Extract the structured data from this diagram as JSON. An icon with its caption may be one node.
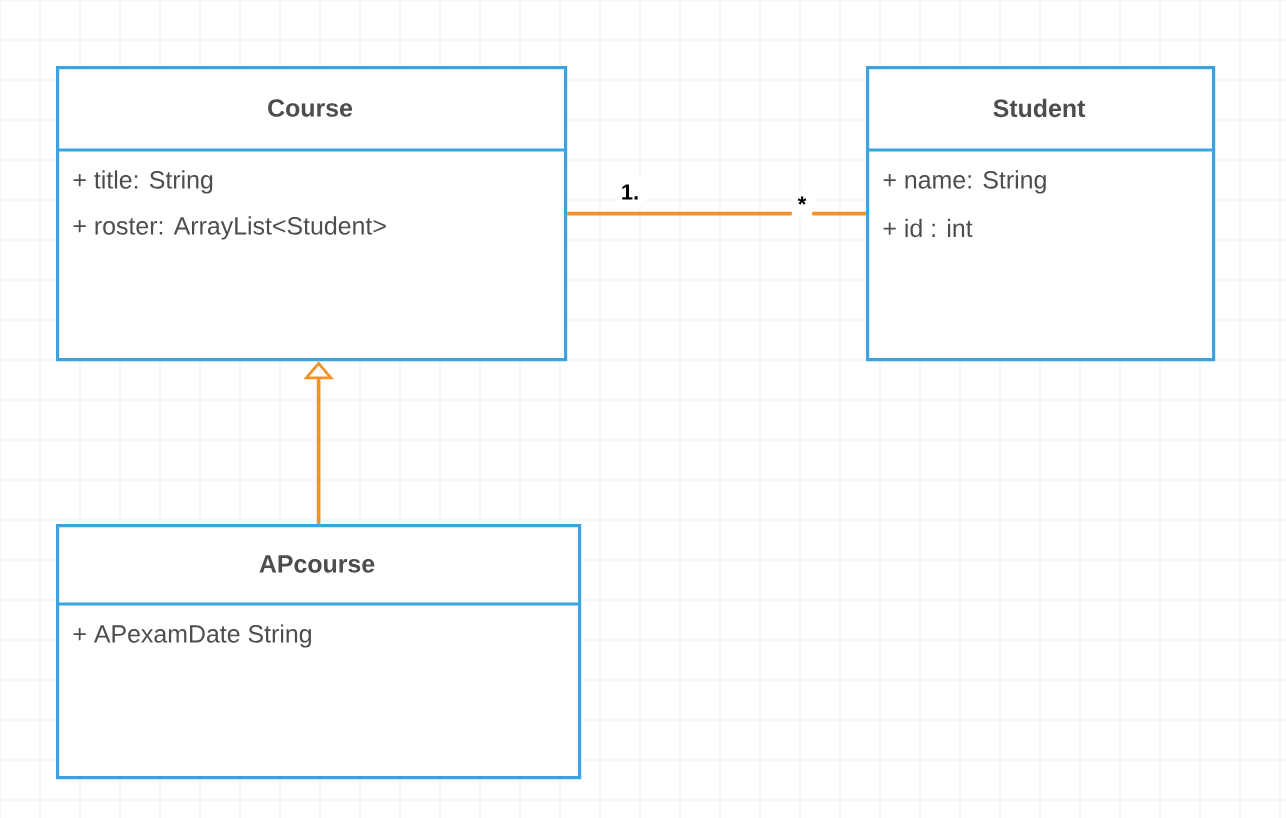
{
  "diagram": {
    "nodes": [
      {
        "text": [
          "Course",
          "+ title: String",
          "+ roster: ArrayList<Student>"
        ]
      },
      {
        "text": [
          "Student",
          "+ name: String",
          "+ id : int"
        ]
      },
      {
        "text": [
          "APcourse",
          "+ APexamDate String"
        ]
      }
    ],
    "edges": [
      {
        "from": 0,
        "to": 1,
        "arrow": "none"
      },
      {
        "from": 2,
        "to": 0,
        "arrow": "to"
      }
    ],
    "labels": [
      "1.",
      "*"
    ]
  }
}
